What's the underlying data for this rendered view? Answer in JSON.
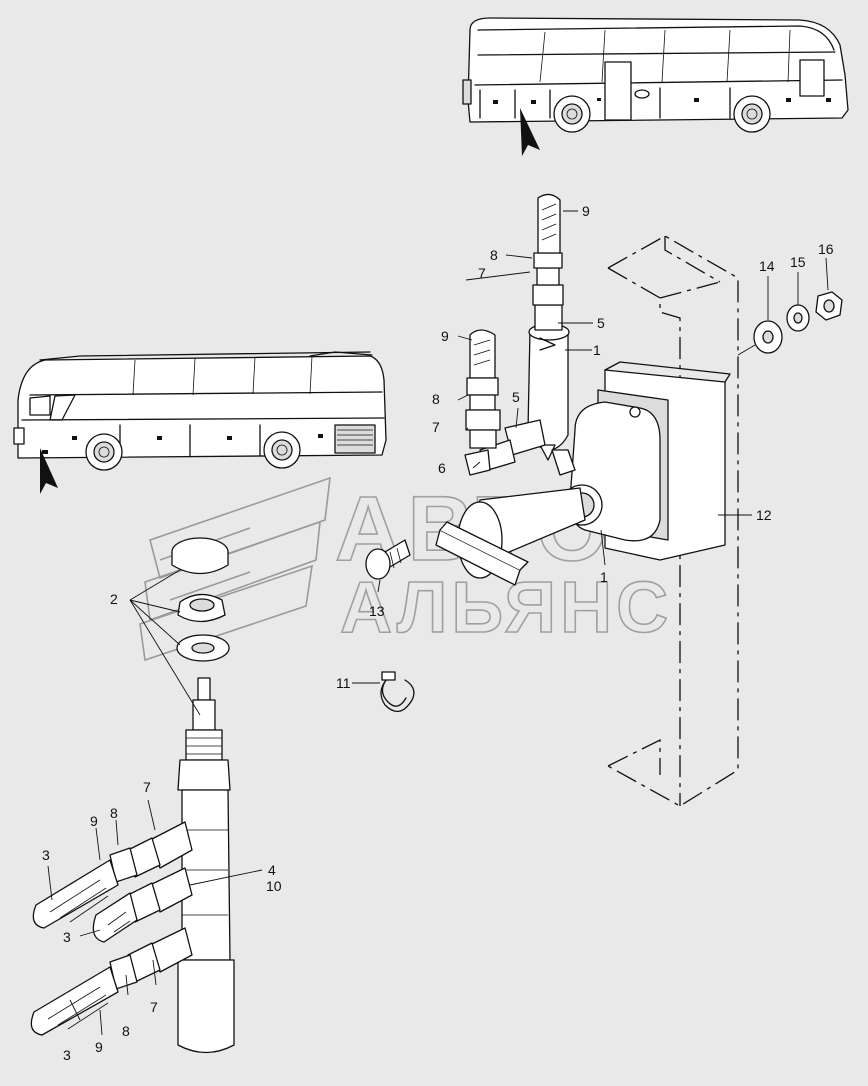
{
  "watermark": {
    "line1": "АВТО",
    "line2": "АЛЬЯНС"
  },
  "labels": {
    "l1a": "1",
    "l1b": "1",
    "l2": "2",
    "l3a": "3",
    "l3b": "3",
    "l3c": "3",
    "l4": "4",
    "l10": "10",
    "l5a": "5",
    "l5b": "5",
    "l6": "6",
    "l7a": "7",
    "l7b": "7",
    "l7c": "7",
    "l7d": "7",
    "l8a": "8",
    "l8b": "8",
    "l8c": "8",
    "l8d": "8",
    "l9a": "9",
    "l9b": "9",
    "l9c": "9",
    "l9d": "9",
    "l11": "11",
    "l12": "12",
    "l13": "13",
    "l14": "14",
    "l15": "15",
    "l16": "16"
  }
}
